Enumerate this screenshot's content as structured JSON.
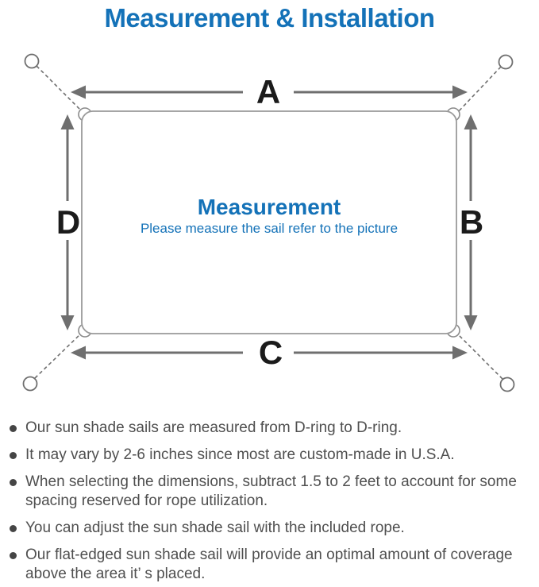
{
  "title": "Measurement & Installation",
  "diagram": {
    "label_a": "A",
    "label_b": "B",
    "label_c": "C",
    "label_d": "D",
    "center_title": "Measurement",
    "center_subtitle": "Please measure the sail refer to the picture"
  },
  "colors": {
    "accent_blue": "#1472b8",
    "line_gray": "#6f6f6f",
    "text_gray": "#4f4f4f",
    "label_black": "#1b1b1b"
  },
  "bullets": [
    "Our sun shade sails are measured from D-ring to D-ring.",
    "It may vary by 2-6 inches since most are custom-made in U.S.A.",
    "When selecting the dimensions, subtract 1.5 to 2 feet to account for some spacing reserved for rope utilization.",
    "You can adjust the sun shade sail with the included rope.",
    "Our flat-edged sun shade sail will provide an optimal amount of coverage above the area it’ s placed."
  ]
}
